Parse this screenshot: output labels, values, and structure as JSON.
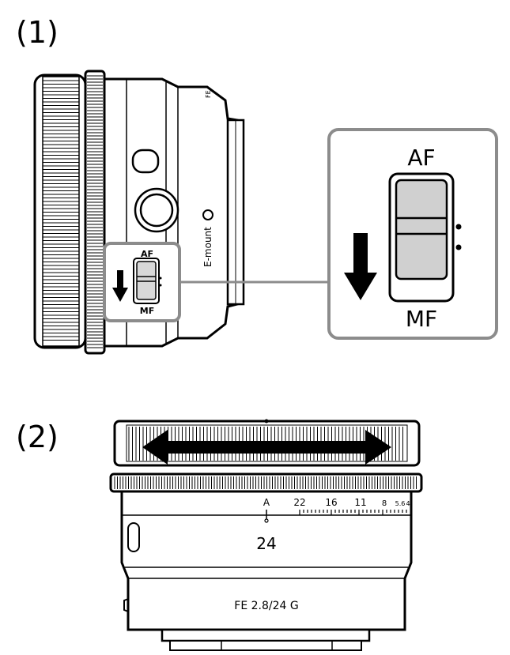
{
  "figure1": {
    "label": "(1)",
    "mount_text": "E-mount",
    "mount_mark": "FE",
    "switch_small": {
      "af": "AF",
      "mf": "MF"
    },
    "switch_zoom": {
      "af": "AF",
      "mf": "MF"
    }
  },
  "figure2": {
    "label": "(2)",
    "aperture_scale": [
      "A",
      "22",
      "16",
      "11",
      "8",
      "5.6",
      "4"
    ],
    "focal_length": "24",
    "model": "FE 2.8/24 G"
  },
  "colors": {
    "ink": "#000000",
    "callout": "#8c8c8c",
    "paper": "#ffffff"
  }
}
